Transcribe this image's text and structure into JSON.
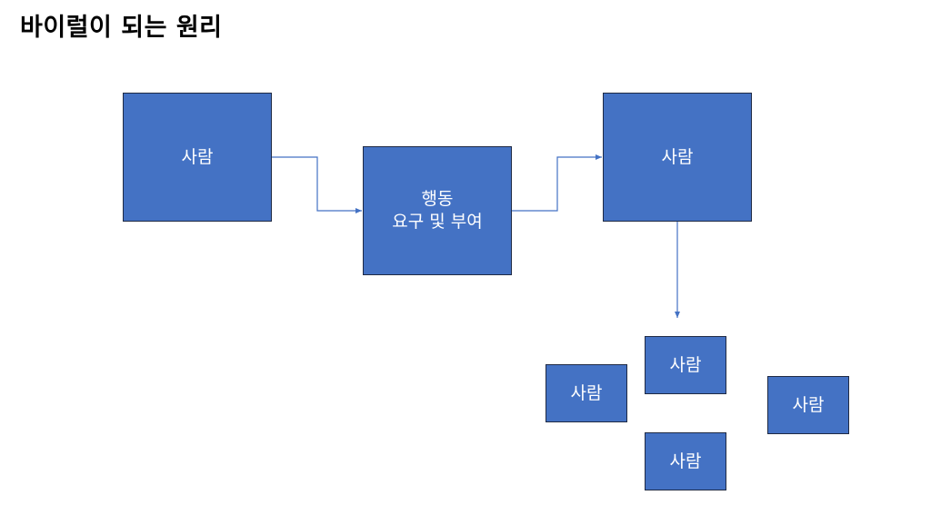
{
  "title": "바이럴이 되는 원리",
  "colors": {
    "box_fill": "#4472c4",
    "box_border": "#1f2a44",
    "arrow": "#4472c4",
    "box_text": "#ffffff"
  },
  "nodes": {
    "person_1": "사람",
    "action": {
      "line1": "행동",
      "line2": "요구 및 부여"
    },
    "person_2": "사람",
    "group": {
      "top": "사람",
      "left": "사람",
      "right": "사람",
      "bottom": "사람"
    }
  }
}
